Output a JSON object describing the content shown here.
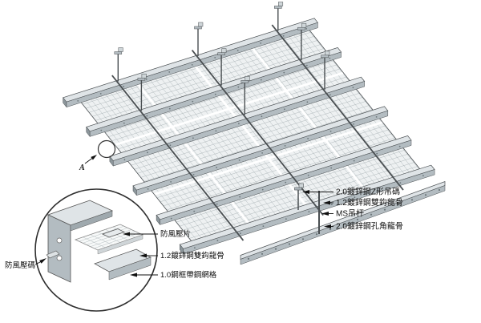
{
  "colors": {
    "background": "#ffffff",
    "line": "#4a4f52",
    "channel_top": "#dfe4e7",
    "channel_side": "#b3bcc1",
    "channel_cap": "#8d979c",
    "mesh_line": "#a9b2b6",
    "plane_fill": "#eef1f2",
    "panel_white": "#f7f9f9",
    "hole": "#6c767a",
    "text": "#111111"
  },
  "annotations": {
    "right_callouts": [
      "2.0鍍鋅鋼Z形吊碼",
      "1.2鍍鋅鋼雙鈎龍骨",
      "MS吊杆",
      "2.0鍍鋅鋼孔角龍骨"
    ],
    "detail_callouts": [
      "防風壓片",
      "1.2鍍鋅鋼雙鈎龍骨",
      "1.0鋼框帶鋼網格"
    ],
    "left_callout": "防風壓碼",
    "detail_marker": "A"
  }
}
